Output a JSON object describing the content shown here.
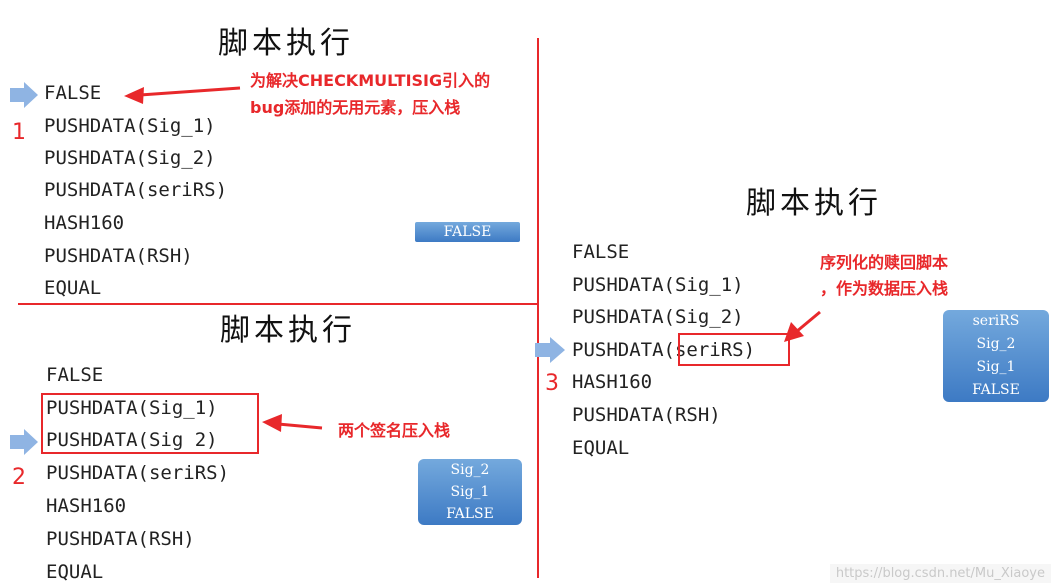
{
  "panels": [
    {
      "title": "脚本执行",
      "step": "1",
      "lines": [
        "FALSE",
        "PUSHDATA(Sig_1)",
        "PUSHDATA(Sig_2)",
        "PUSHDATA(seriRS)",
        "HASH160",
        "PUSHDATA(RSH)",
        "EQUAL"
      ],
      "note": [
        "为解决CHECKMULTISIG引入的",
        "bug添加的无用元素，压入栈"
      ],
      "stack": [
        "FALSE"
      ]
    },
    {
      "title": "脚本执行",
      "step": "2",
      "lines": [
        "FALSE",
        "PUSHDATA(Sig_1)",
        "PUSHDATA(Sig 2)",
        "PUSHDATA(seriRS)",
        "HASH160",
        "PUSHDATA(RSH)",
        "EQUAL"
      ],
      "note": [
        "两个签名压入栈"
      ],
      "stack": [
        "Sig_2",
        "Sig_1",
        "FALSE"
      ]
    },
    {
      "title": "脚本执行",
      "step": "3",
      "lines": [
        "FALSE",
        "PUSHDATA(Sig_1)",
        "PUSHDATA(Sig_2)",
        "PUSHDATA",
        "HASH160",
        "PUSHDATA(RSH)",
        "EQUAL"
      ],
      "highlight_text": "(seriRS)",
      "note": [
        "序列化的赎回脚本",
        "，作为数据压入栈"
      ],
      "stack": [
        "seriRS",
        "Sig_2",
        "Sig_1",
        "FALSE"
      ]
    }
  ],
  "watermark": "https://blog.csdn.net/Mu_Xiaoye",
  "colors": {
    "accent": "#e8282b",
    "stack": "#4a86cc",
    "pointer": "#8fb4e3"
  }
}
